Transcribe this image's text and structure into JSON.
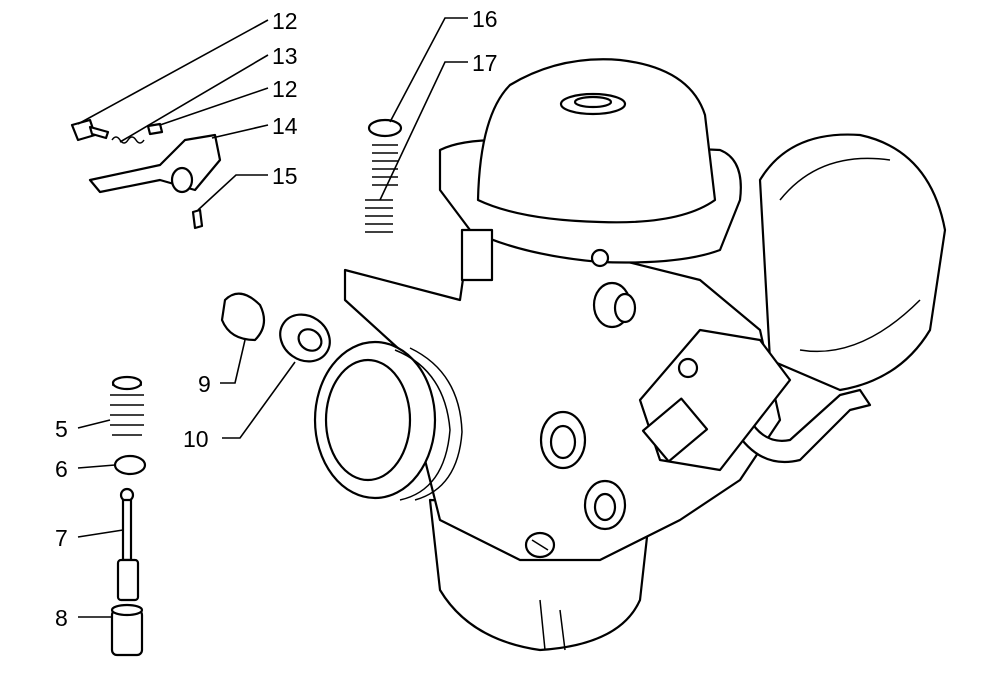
{
  "title": "Carburetor exploded parts diagram",
  "callouts": [
    {
      "id": "c12a",
      "number": "12"
    },
    {
      "id": "c13",
      "number": "13"
    },
    {
      "id": "c12b",
      "number": "12"
    },
    {
      "id": "c14",
      "number": "14"
    },
    {
      "id": "c15",
      "number": "15"
    },
    {
      "id": "c16",
      "number": "16"
    },
    {
      "id": "c17",
      "number": "17"
    },
    {
      "id": "c9",
      "number": "9"
    },
    {
      "id": "c10",
      "number": "10"
    },
    {
      "id": "c5",
      "number": "5"
    },
    {
      "id": "c6",
      "number": "6"
    },
    {
      "id": "c7",
      "number": "7"
    },
    {
      "id": "c8",
      "number": "8"
    }
  ]
}
